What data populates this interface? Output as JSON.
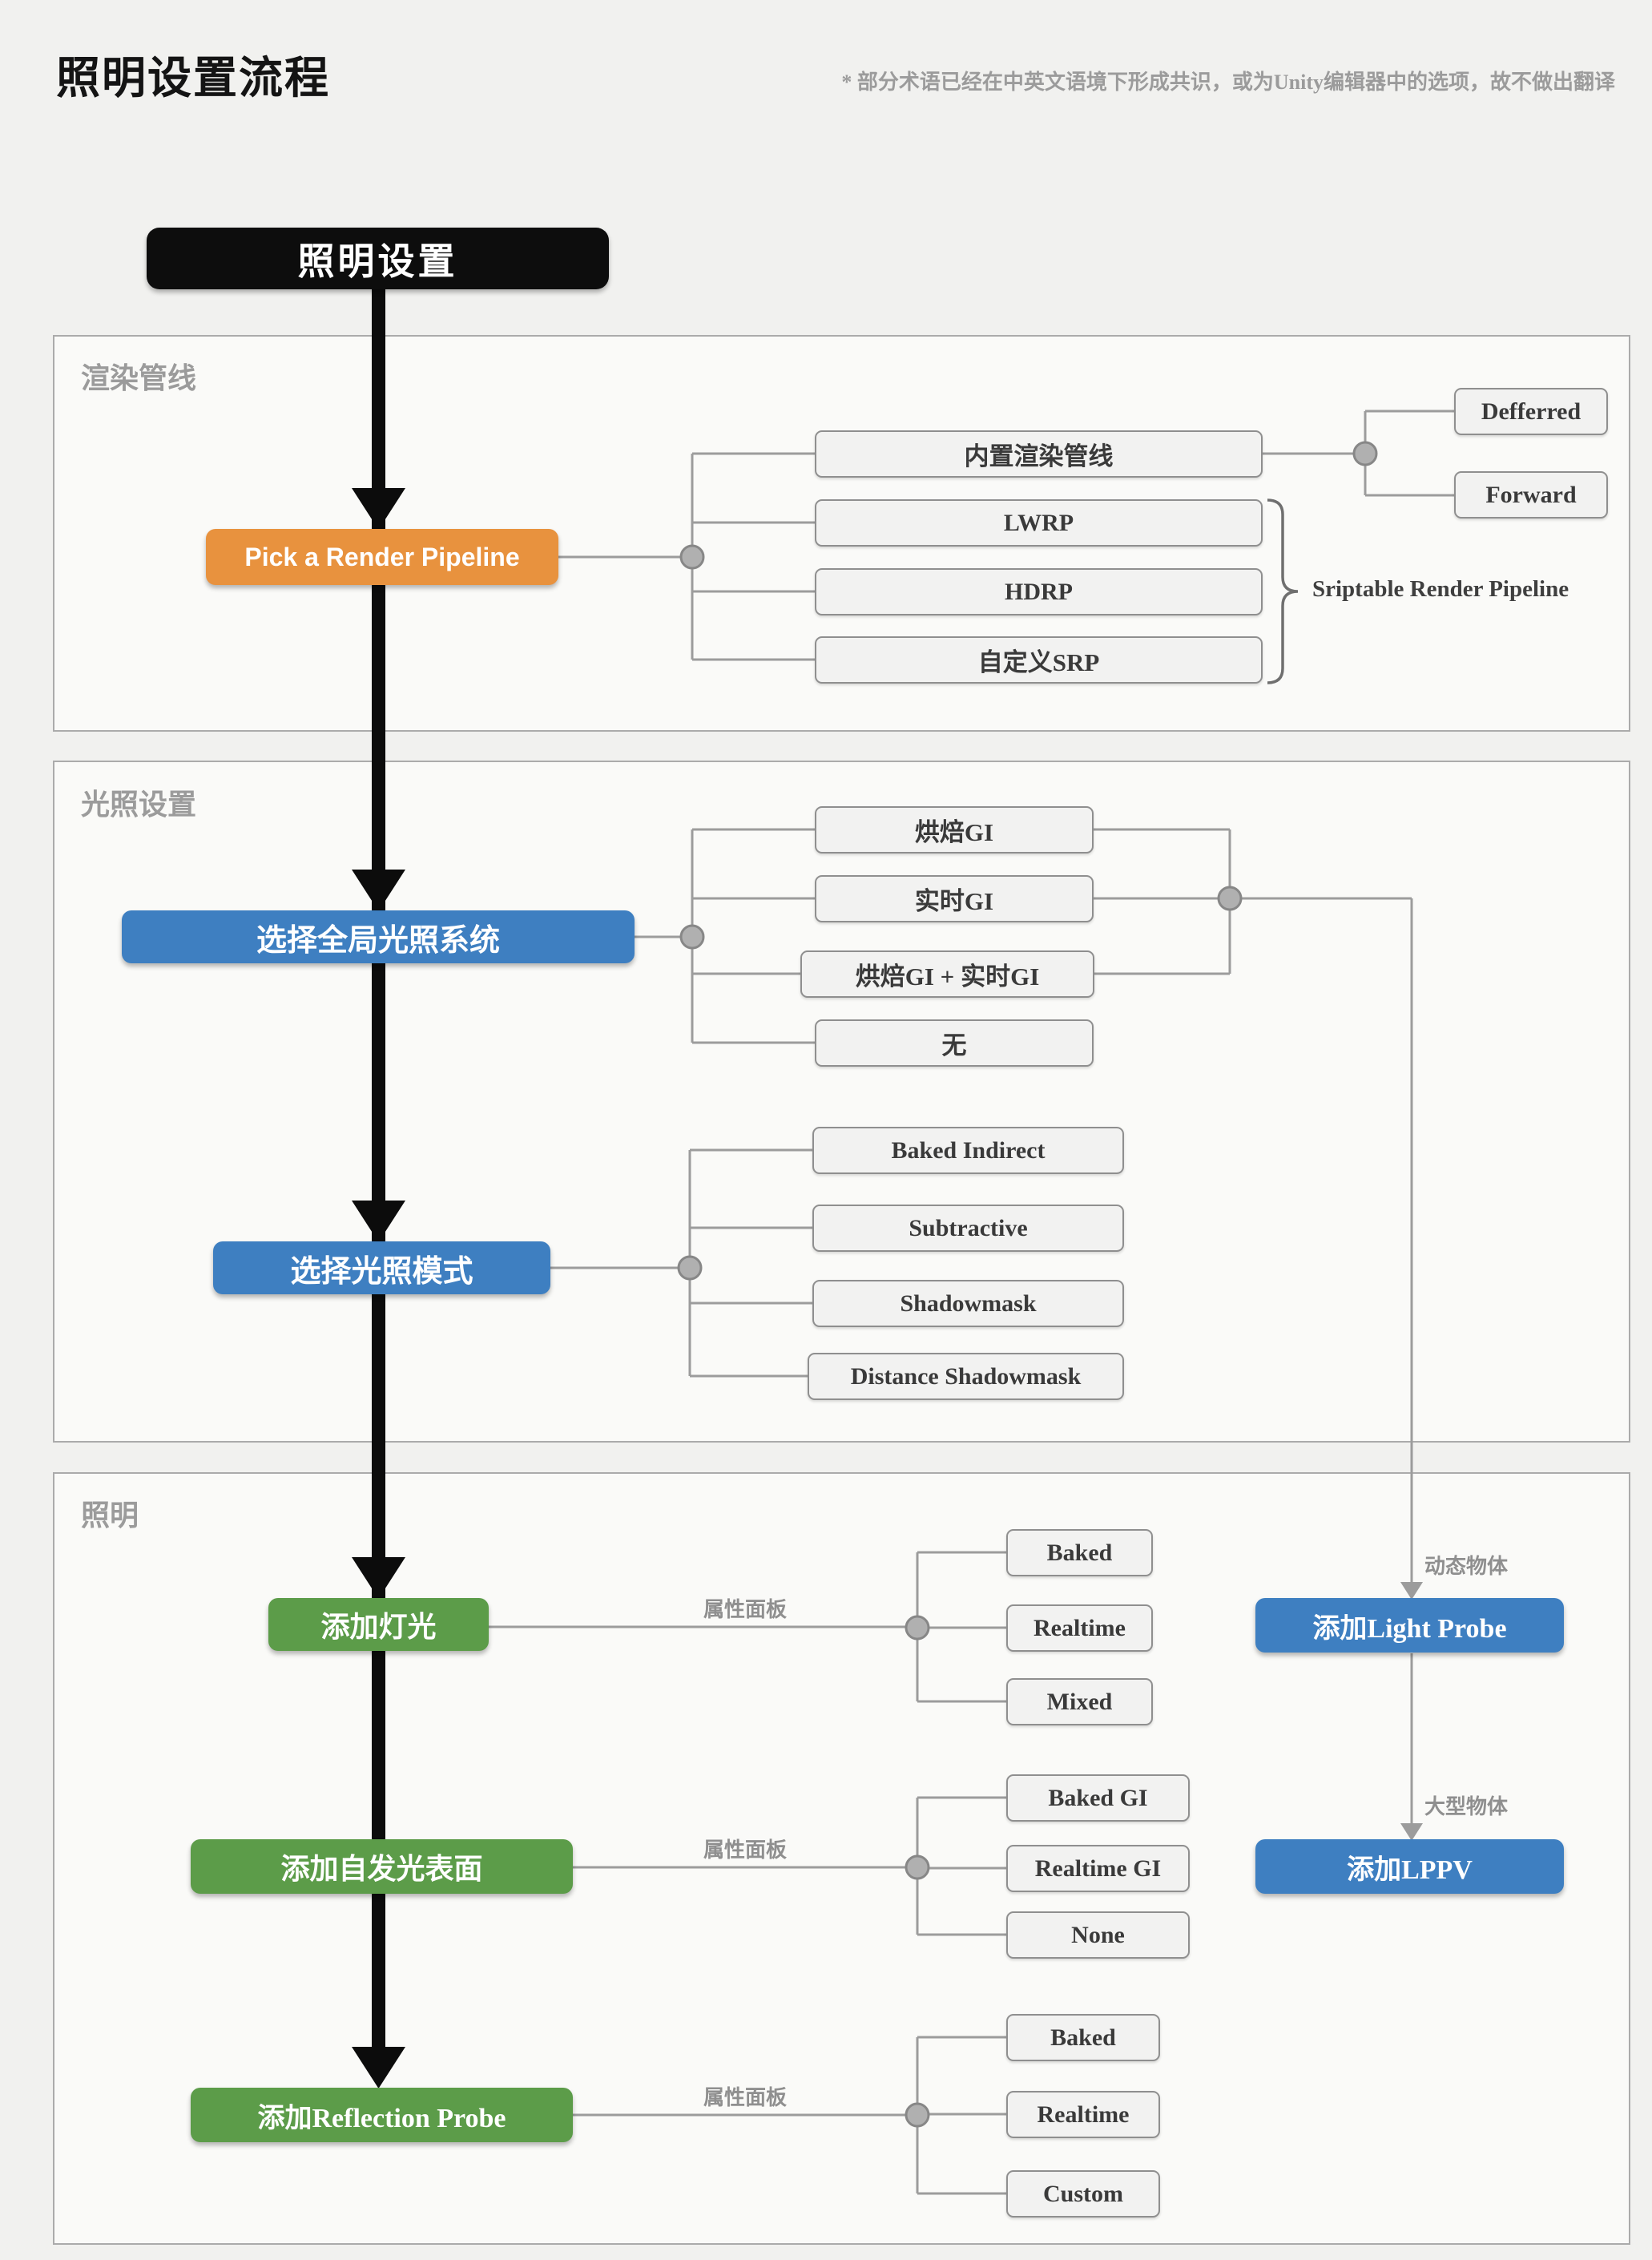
{
  "header": {
    "title": "照明设置流程",
    "note": "* 部分术语已经在中英文语境下形成共识，或为Unity编辑器中的选项，故不做出翻译"
  },
  "start": {
    "label": "照明设置"
  },
  "render_pipeline": {
    "section_label": "渲染管线",
    "node_label": "Pick a Render Pipeline",
    "options": [
      "内置渲染管线",
      "LWRP",
      "HDRP",
      "自定义SRP"
    ],
    "builtin_paths": [
      "Defferred",
      "Forward"
    ],
    "srp_brace_label": "Sriptable Render Pipeline"
  },
  "lighting_settings": {
    "section_label": "光照设置",
    "gi_node_label": "选择全局光照系统",
    "gi_options": [
      "烘焙GI",
      "实时GI",
      "烘焙GI + 实时GI",
      "无"
    ],
    "mode_node_label": "选择光照模式",
    "mode_options": [
      "Baked Indirect",
      "Subtractive",
      "Shadowmask",
      "Distance Shadowmask"
    ]
  },
  "lighting": {
    "section_label": "照明",
    "panel_label": "属性面板",
    "add_light_label": "添加灯光",
    "light_options": [
      "Baked",
      "Realtime",
      "Mixed"
    ],
    "add_emissive_label": "添加自发光表面",
    "emissive_options": [
      "Baked GI",
      "Realtime GI",
      "None"
    ],
    "add_reflection_label": "添加Reflection Probe",
    "reflection_options": [
      "Baked",
      "Realtime",
      "Custom"
    ],
    "add_light_probe_label": "添加Light Probe",
    "add_lppv_label": "添加LPPV",
    "dynamic_objects_label": "动态物体",
    "large_objects_label": "大型物体"
  },
  "colors": {
    "orange_node": "#E8923E",
    "blue_node": "#3E7FC1",
    "green_node": "#5C9C49",
    "black_node": "#0D0D0D",
    "wire_gray": "#9C9C9C"
  }
}
